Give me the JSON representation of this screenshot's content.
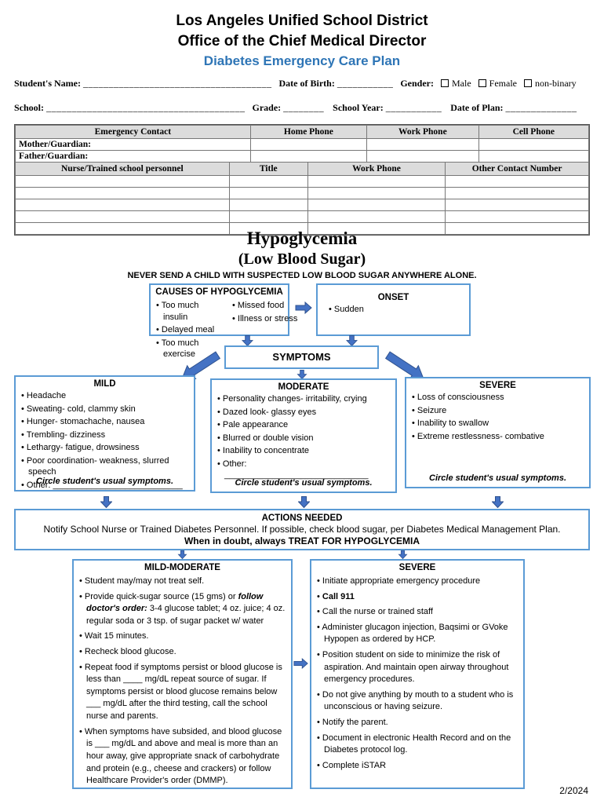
{
  "header": {
    "district": "Los Angeles Unified School District",
    "office": "Office of the Chief Medical Director",
    "plan_title": "Diabetes Emergency Care Plan"
  },
  "form": {
    "student_name_label": "Student's Name:",
    "student_name_blank": "_____________________________________",
    "dob_label": "Date of Birth:",
    "dob_blank": "___________",
    "gender_label": "Gender:",
    "gender_options": [
      "Male",
      "Female",
      "non-binary"
    ],
    "school_label": "School:",
    "school_blank": "_______________________________________",
    "grade_label": "Grade:",
    "grade_blank": "________",
    "school_year_label": "School Year:",
    "school_year_blank": "___________",
    "date_of_plan_label": "Date of Plan:",
    "date_of_plan_blank": "______________"
  },
  "contact_table": {
    "emergency_headers": [
      "Emergency Contact",
      "Home Phone",
      "Work Phone",
      "Cell Phone"
    ],
    "emergency_rows": [
      "Mother/Guardian:",
      "Father/Guardian:"
    ],
    "personnel_headers": [
      "Nurse/Trained school personnel",
      "Title",
      "Work Phone",
      "Other Contact Number"
    ],
    "empty_personnel_rows": 5
  },
  "hypoglycemia": {
    "title": "Hypoglycemia",
    "subtitle": "(Low Blood Sugar)",
    "warning": "NEVER SEND A CHILD WITH SUSPECTED LOW BLOOD SUGAR ANYWHERE ALONE.",
    "causes": {
      "title": "CAUSES OF HYPOGLYCEMIA",
      "column1": [
        "Too much insulin",
        "Delayed meal",
        "Too much exercise"
      ],
      "column2": [
        "Missed food",
        "Illness or stress"
      ]
    },
    "onset": {
      "title": "ONSET",
      "items": [
        "Sudden"
      ]
    },
    "symptoms_label": "SYMPTOMS",
    "mild": {
      "title": "MILD",
      "items": [
        "Headache",
        "Sweating- cold, clammy skin",
        "Hunger- stomachache, nausea",
        "Trembling- dizziness",
        "Lethargy- fatigue, drowsiness",
        "Poor coordination- weakness, slurred speech",
        "Other: ___________________________"
      ],
      "note": "Circle student's usual symptoms."
    },
    "moderate": {
      "title": "MODERATE",
      "items": [
        "Personality changes- irritability, crying",
        "Dazed look- glassy eyes",
        "Pale appearance",
        "Blurred or double vision",
        "Inability to concentrate",
        "Other: ______________________________"
      ],
      "note": "Circle student's usual symptoms."
    },
    "severe": {
      "title": "SEVERE",
      "items": [
        "Loss of consciousness",
        "Seizure",
        "Inability to swallow",
        "Extreme restlessness- combative"
      ],
      "note": "Circle student's usual symptoms."
    }
  },
  "actions": {
    "title": "ACTIONS NEEDED",
    "line1": "Notify School Nurse or Trained Diabetes Personnel. If possible, check blood sugar, per Diabetes Medical Management Plan.",
    "line2": "When in doubt, always TREAT FOR HYPOGLYCEMIA"
  },
  "treatment": {
    "mild_moderate": {
      "title": "MILD-MODERATE",
      "items": [
        "Student may/may not treat self.",
        [
          "Provide quick-sugar source (15 gms) or ",
          {
            "text": "follow doctor's order:",
            "bold": true,
            "italic": true
          },
          " 3-4 glucose tablet; 4 oz. juice; 4 oz. regular soda or 3 tsp. of sugar packet w/ water"
        ],
        "Wait 15 minutes.",
        "Recheck blood glucose.",
        "Repeat food if symptoms persist or blood glucose is less than ____ mg/dL repeat source of sugar. If symptoms persist or blood glucose remains below ___ mg/dL after the third testing, call the school nurse and parents.",
        "When symptoms have subsided, and blood glucose is ___ mg/dL and above and meal is more than an hour away, give appropriate snack of carbohydrate and protein (e.g., cheese and crackers) or follow Healthcare Provider's order (DMMP)."
      ]
    },
    "severe": {
      "title": "SEVERE",
      "items": [
        "Initiate appropriate emergency procedure",
        {
          "text": "Call 911",
          "bold": true
        },
        "Call the nurse or trained staff",
        "Administer glucagon injection, Baqsimi or GVoke Hypopen as ordered by HCP.",
        "Position student on side to minimize the risk of aspiration. And maintain open airway throughout emergency procedures.",
        "Do not give anything by mouth to a student who is unconscious or having seizure.",
        "Notify the parent.",
        "Document in electronic Health Record and on the Diabetes protocol log.",
        "Complete iSTAR"
      ]
    }
  },
  "footer": {
    "revision": "2/2024"
  },
  "colors": {
    "accent_blue": "#2E75B6",
    "box_border": "#5B9BD5",
    "arrow_fill": "#4472C4",
    "arrow_stroke": "#2F528F",
    "table_header_bg": "#DCDCDC"
  }
}
